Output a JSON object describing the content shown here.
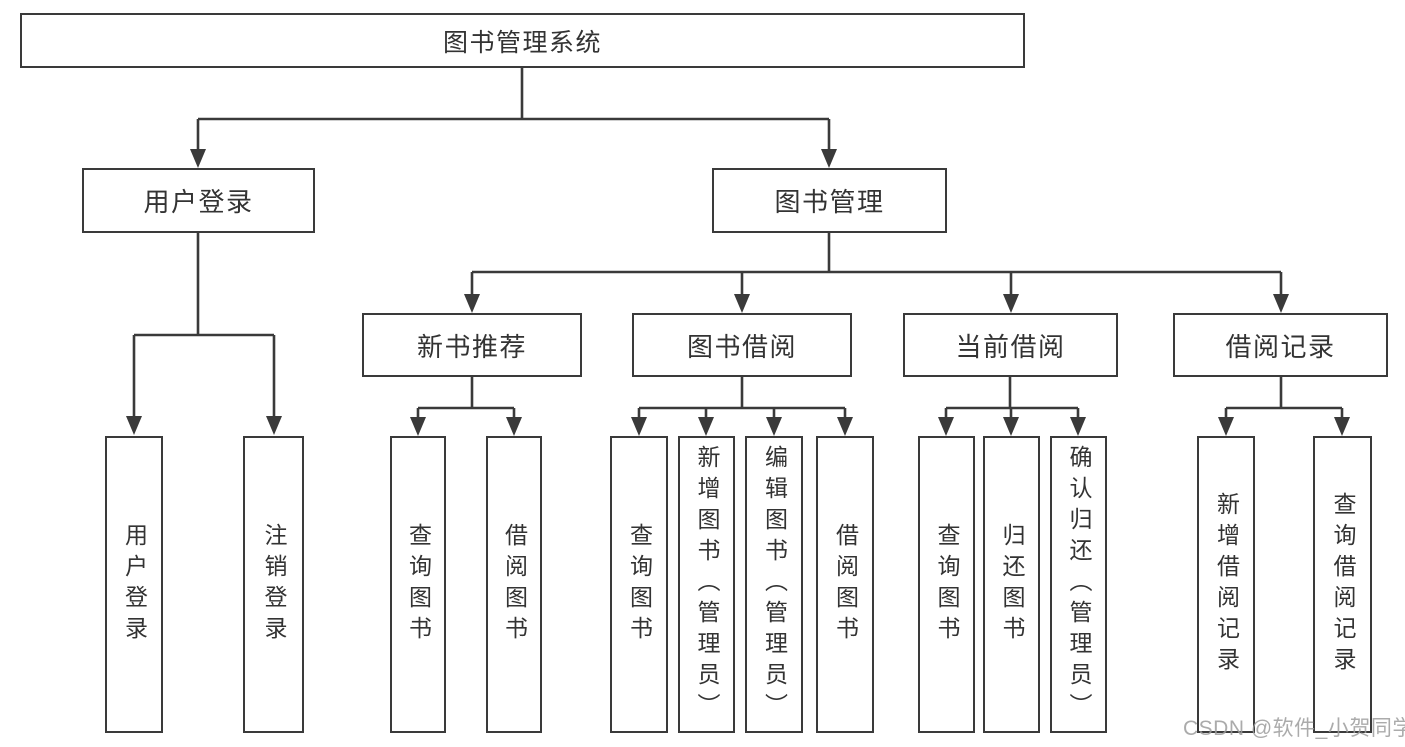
{
  "diagram_type": "functional-structure-tree",
  "tree": {
    "label": "图书管理系统",
    "children": [
      {
        "label": "用户登录",
        "children": [
          {
            "label": "用户登录"
          },
          {
            "label": "注销登录"
          }
        ]
      },
      {
        "label": "图书管理",
        "children": [
          {
            "label": "新书推荐",
            "children": [
              {
                "label": "查询图书"
              },
              {
                "label": "借阅图书"
              }
            ]
          },
          {
            "label": "图书借阅",
            "children": [
              {
                "label": "查询图书"
              },
              {
                "label": "新增图书（管理员）"
              },
              {
                "label": "编辑图书（管理员）"
              },
              {
                "label": "借阅图书"
              }
            ]
          },
          {
            "label": "当前借阅",
            "children": [
              {
                "label": "查询图书"
              },
              {
                "label": "归还图书"
              },
              {
                "label": "确认归还（管理员）"
              }
            ]
          },
          {
            "label": "借阅记录",
            "children": [
              {
                "label": "新增借阅记录"
              },
              {
                "label": "查询借阅记录"
              }
            ]
          }
        ]
      }
    ]
  },
  "watermark": {
    "text": "CSDN @软件_小贺同学"
  },
  "colors": {
    "line": "#3a3a3a",
    "text": "#333333",
    "box_bg": "#ffffff",
    "background": "#ffffff",
    "watermark": "#9d9d9d"
  }
}
